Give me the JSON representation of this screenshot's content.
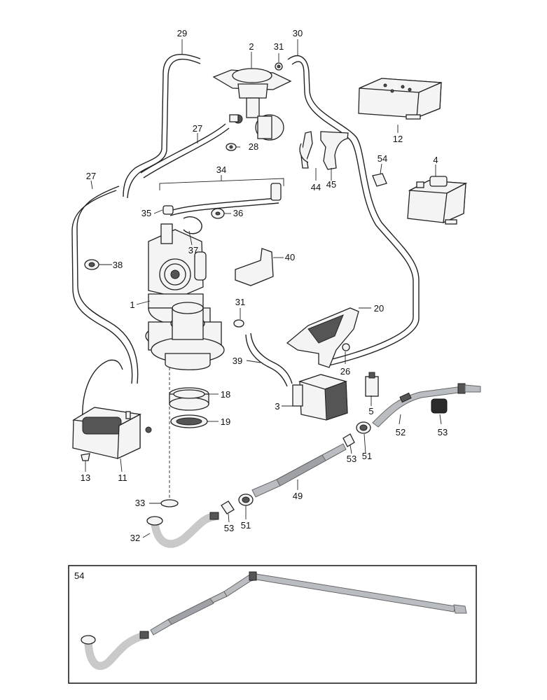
{
  "callouts": [
    {
      "id": "29",
      "text": "29"
    },
    {
      "id": "2",
      "text": "2"
    },
    {
      "id": "31a",
      "text": "31"
    },
    {
      "id": "30",
      "text": "30"
    },
    {
      "id": "12",
      "text": "12"
    },
    {
      "id": "27a",
      "text": "27"
    },
    {
      "id": "28",
      "text": "28"
    },
    {
      "id": "44",
      "text": "44"
    },
    {
      "id": "45",
      "text": "45"
    },
    {
      "id": "54a",
      "text": "54"
    },
    {
      "id": "4",
      "text": "4"
    },
    {
      "id": "27b",
      "text": "27"
    },
    {
      "id": "34",
      "text": "34"
    },
    {
      "id": "35",
      "text": "35"
    },
    {
      "id": "36",
      "text": "36"
    },
    {
      "id": "37",
      "text": "37"
    },
    {
      "id": "38",
      "text": "38"
    },
    {
      "id": "40",
      "text": "40"
    },
    {
      "id": "1",
      "text": "1"
    },
    {
      "id": "31b",
      "text": "31"
    },
    {
      "id": "20",
      "text": "20"
    },
    {
      "id": "39",
      "text": "39"
    },
    {
      "id": "26",
      "text": "26"
    },
    {
      "id": "18",
      "text": "18"
    },
    {
      "id": "3",
      "text": "3"
    },
    {
      "id": "5",
      "text": "5"
    },
    {
      "id": "19",
      "text": "19"
    },
    {
      "id": "52",
      "text": "52"
    },
    {
      "id": "53a",
      "text": "53"
    },
    {
      "id": "53b",
      "text": "53"
    },
    {
      "id": "51a",
      "text": "51"
    },
    {
      "id": "13",
      "text": "13"
    },
    {
      "id": "11",
      "text": "11"
    },
    {
      "id": "49",
      "text": "49"
    },
    {
      "id": "33",
      "text": "33"
    },
    {
      "id": "53c",
      "text": "53"
    },
    {
      "id": "51b",
      "text": "51"
    },
    {
      "id": "32",
      "text": "32"
    }
  ],
  "inset": {
    "label": "54"
  }
}
